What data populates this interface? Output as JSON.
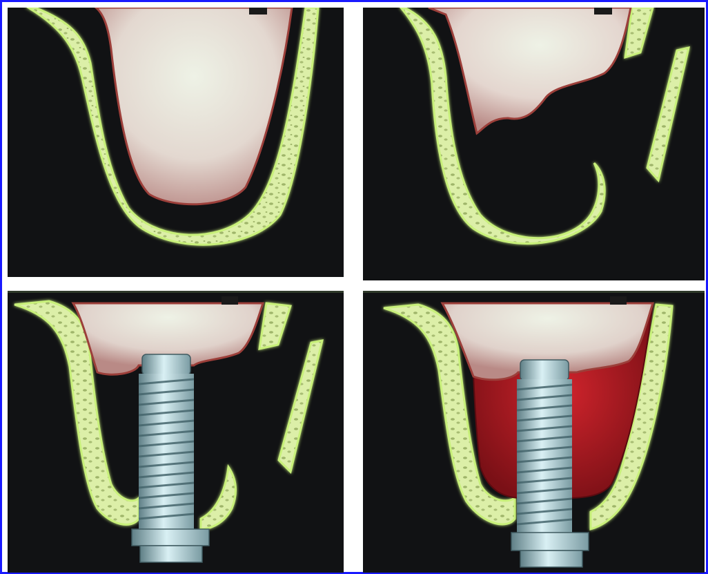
{
  "figure": {
    "panels": [
      {
        "id": "panel-1",
        "subject": "intact-socket"
      },
      {
        "id": "panel-2",
        "subject": "buccal-wall-fracture"
      },
      {
        "id": "panel-3",
        "subject": "implant-placed-with-defect"
      },
      {
        "id": "panel-4",
        "subject": "implant-with-graft"
      }
    ],
    "colors": {
      "background": "#111214",
      "bone_fill": "#dcefa8",
      "bone_glow": "#c8f07a",
      "bone_pores": "#9fb56a",
      "gingiva_light": "#f1ece4",
      "gingiva_edge": "#9c3f3a",
      "graft_red": "#d0242c",
      "implant_light": "#d9f0f4",
      "implant_dark": "#5f7f86",
      "frame_border": "#1a1aff"
    }
  }
}
